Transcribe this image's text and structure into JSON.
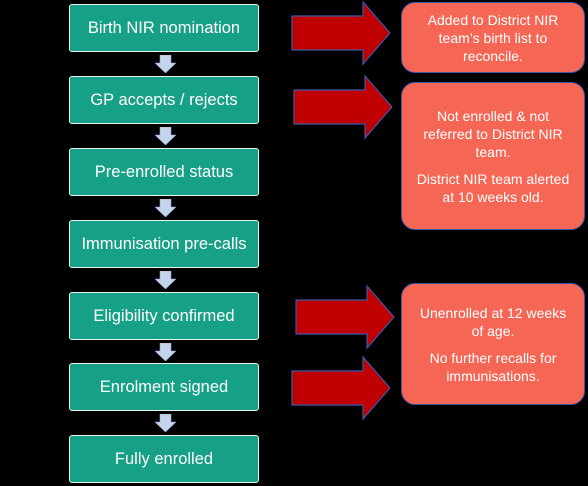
{
  "steps": [
    "Birth NIR nomination",
    "GP accepts / rejects",
    "Pre-enrolled status",
    "Immunisation pre-calls",
    "Eligibility confirmed",
    "Enrolment signed",
    "Fully enrolled"
  ],
  "notes": {
    "birth_list": [
      "Added to District NIR team’s birth list to reconcile."
    ],
    "not_enrolled": [
      "Not enrolled & not referred to District NIR team.",
      "District NIR team alerted at 10 weeks old."
    ],
    "unenrolled": [
      "Unenrolled at 12 weeks of age.",
      "No further recalls for immunisations."
    ]
  },
  "colors": {
    "step_fill": "#16a085",
    "down_arrow": "#c5d3ed",
    "side_arrow": "#c00000",
    "note_fill": "#f56655",
    "background": "#000000"
  }
}
